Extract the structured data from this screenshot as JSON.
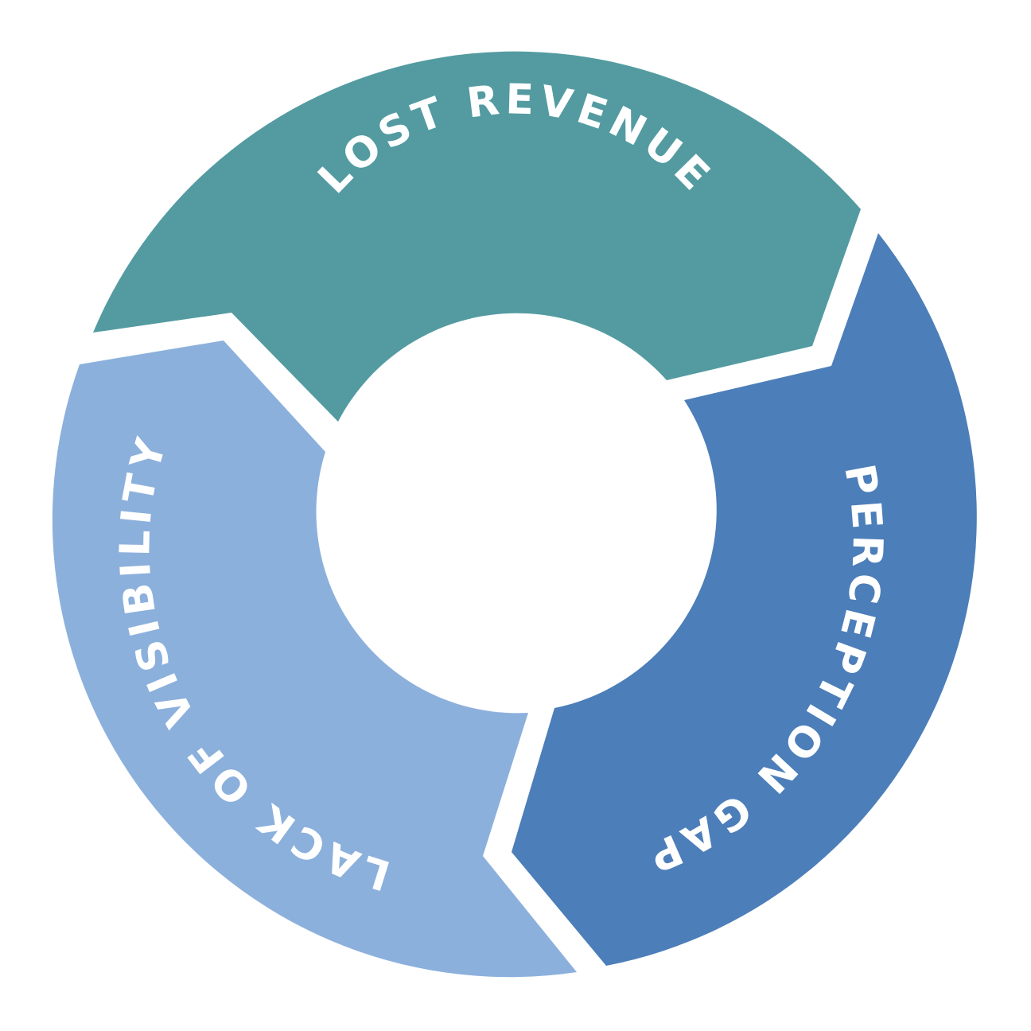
{
  "diagram": {
    "type": "cycle",
    "segments": [
      {
        "label": "LOST REVENUE",
        "color": "#539BA1"
      },
      {
        "label": "PERCEPTION GAP",
        "color": "#4C7EB9"
      },
      {
        "label": "LACK OF VISIBILITY",
        "color": "#8CB0DC"
      }
    ],
    "background": "#ffffff"
  }
}
